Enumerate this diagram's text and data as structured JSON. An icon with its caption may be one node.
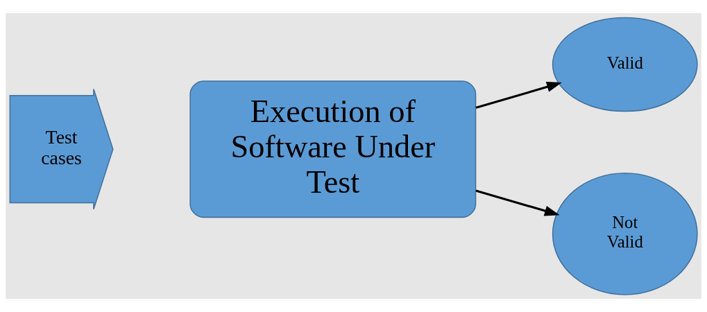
{
  "diagram": {
    "nodes": [
      {
        "text": [
          "Test cases"
        ]
      },
      {
        "text": [
          "Execution of Software Under Test"
        ]
      },
      {
        "text": [
          "Valid"
        ]
      },
      {
        "text": [
          "Not Valid"
        ]
      }
    ],
    "edges": [
      {
        "from": 1,
        "to": 2,
        "arrow": "to"
      },
      {
        "from": 1,
        "to": 3,
        "arrow": "to"
      }
    ]
  }
}
